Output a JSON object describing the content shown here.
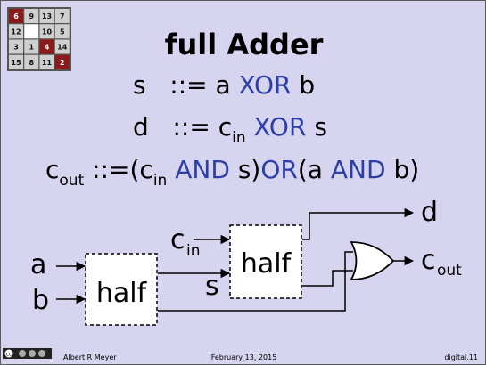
{
  "logo": {
    "cells": [
      {
        "v": "6",
        "c": "#8b1a1a"
      },
      {
        "v": "9",
        "c": "#cfcfcf"
      },
      {
        "v": "13",
        "c": "#cfcfcf"
      },
      {
        "v": "7",
        "c": "#cfcfcf"
      },
      {
        "v": "12",
        "c": "#cfcfcf"
      },
      {
        "v": "",
        "c": "#ffffff"
      },
      {
        "v": "10",
        "c": "#cfcfcf"
      },
      {
        "v": "5",
        "c": "#cfcfcf"
      },
      {
        "v": "3",
        "c": "#cfcfcf"
      },
      {
        "v": "1",
        "c": "#cfcfcf"
      },
      {
        "v": "4",
        "c": "#8b1a1a"
      },
      {
        "v": "14",
        "c": "#cfcfcf"
      },
      {
        "v": "15",
        "c": "#cfcfcf"
      },
      {
        "v": "8",
        "c": "#cfcfcf"
      },
      {
        "v": "11",
        "c": "#cfcfcf"
      },
      {
        "v": "2",
        "c": "#8b1a1a"
      }
    ]
  },
  "title": "full Adder",
  "formulas": {
    "f1": {
      "lhs": "s",
      "op": "::=",
      "a": "a",
      "xor": "XOR",
      "b": "b"
    },
    "f2": {
      "lhs": "d",
      "op": "::=",
      "c": "c",
      "in": "in",
      "xor": "XOR",
      "s": "s"
    },
    "f3": {
      "c": "c",
      "out": "out",
      "op": "::=",
      "p1": "(",
      "c2": "c",
      "in": "in",
      "and1": "AND",
      "s": "s",
      "p2": ")",
      "or": "OR",
      "p3": "(",
      "a": "a",
      "and2": "AND",
      "b": "b",
      "p4": ")"
    }
  },
  "circuit": {
    "a": "a",
    "b": "b",
    "c": "c",
    "in": "in",
    "s": "s",
    "d": "d",
    "cout_c": "c",
    "cout_sub": "out",
    "half1": "half",
    "half2": "half"
  },
  "footer": {
    "cc": "cc",
    "author": "Albert R Meyer",
    "date": "February 13, 2015",
    "page": "digital.11"
  },
  "colors": {
    "keyword": "#2c3fa6",
    "background": "#d6d4ee",
    "logo_red": "#8b1a1a"
  }
}
